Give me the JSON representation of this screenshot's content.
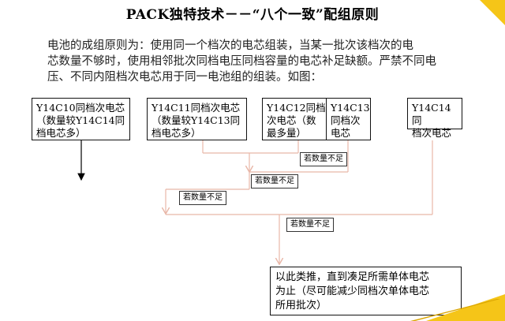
{
  "title": "PACK独特技术－－“八个一致”配组原则",
  "intro": {
    "line1": "电池的成组原则为：使用同一个档次的电芯组装，当某一批次该档次的电",
    "line2": "芯数量不够时，使用相邻批次同档电压同档容量的电芯补足缺额。严禁不同电",
    "line3": "压、不同内阻档次电芯用于同一电池组的组装。如图："
  },
  "boxes": {
    "c10": "Y14C10同档次电芯\n（数量较Y14C14同\n档电芯多）",
    "c11": "Y14C11同档次电芯\n（数量较Y14C13同\n档电芯多）",
    "c12": "Y14C12同档\n次电芯（数\n最多量）",
    "c13": "Y14C13\n同档次\n电芯",
    "c14": "Y14C14同\n档次电芯",
    "result": "以此类推，直到凑足所需单体电芯\n为止（尽可能减少同档次单体电芯\n所用批次）"
  },
  "notes": {
    "n1": "若数量不足",
    "n2": "若数量不足",
    "n3": "若数量不足",
    "n4": "若数量不足"
  },
  "colors": {
    "accent": "#f5c518",
    "connector": "#e8b7a8",
    "first_arrow": "#000000"
  }
}
